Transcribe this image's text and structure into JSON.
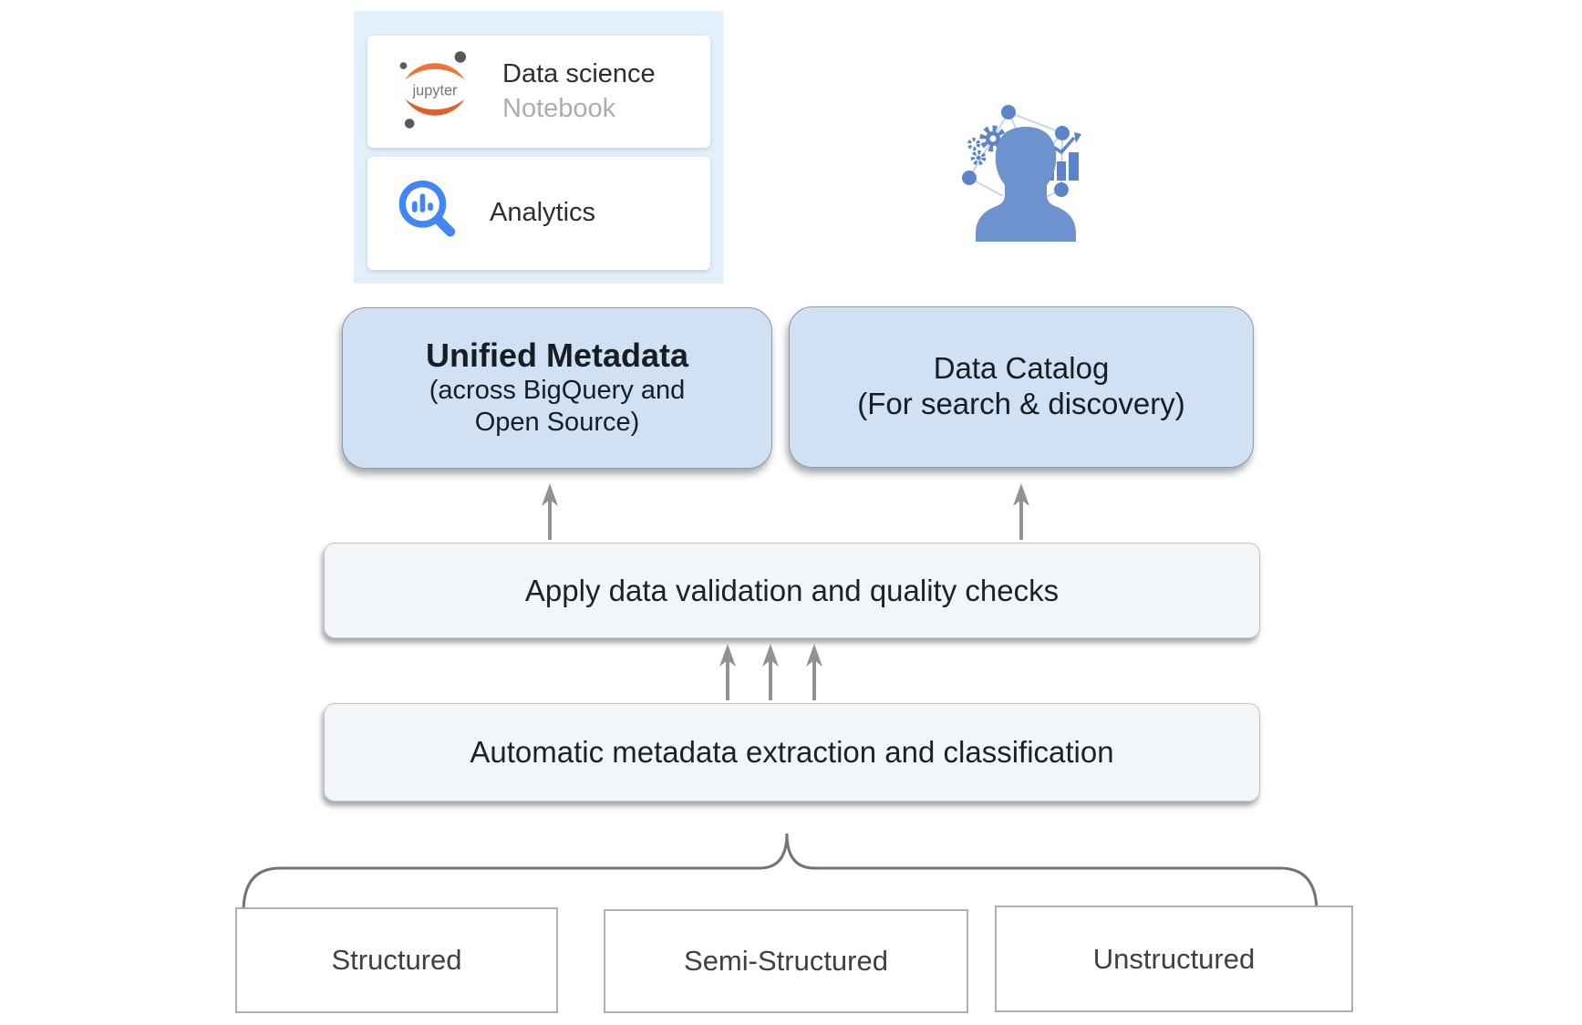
{
  "tools_panel": {
    "cards": [
      {
        "icon": "jupyter-logo",
        "jupyter_wordmark": "jupyter",
        "title": "Data science",
        "subtitle": "Notebook"
      },
      {
        "icon": "analytics-magnifier-icon",
        "title": "Analytics"
      }
    ]
  },
  "persona": {
    "icon": "data-user-icon"
  },
  "metadata_boxes": [
    {
      "title": "Unified Metadata",
      "subtitle_line1": "(across BigQuery and",
      "subtitle_line2": "Open Source)"
    },
    {
      "title": "Data Catalog",
      "subtitle_line1": "(For search & discovery)"
    }
  ],
  "process_boxes": [
    {
      "label": "Apply data validation and quality checks"
    },
    {
      "label": "Automatic metadata extraction and classification"
    }
  ],
  "source_boxes": [
    {
      "label": "Structured"
    },
    {
      "label": "Semi-Structured"
    },
    {
      "label": "Unstructured"
    }
  ],
  "colors": {
    "panel_blue": "#e3effb",
    "metadata_box_fill": "#cfe1f2",
    "process_box_fill": "#f3f6f8",
    "arrow_gray": "#8f9296",
    "brace_gray": "#6f7477",
    "jupyter_orange": "#ee7633",
    "analytics_blue": "#4285f4",
    "persona_blue": "#6e92cd"
  }
}
